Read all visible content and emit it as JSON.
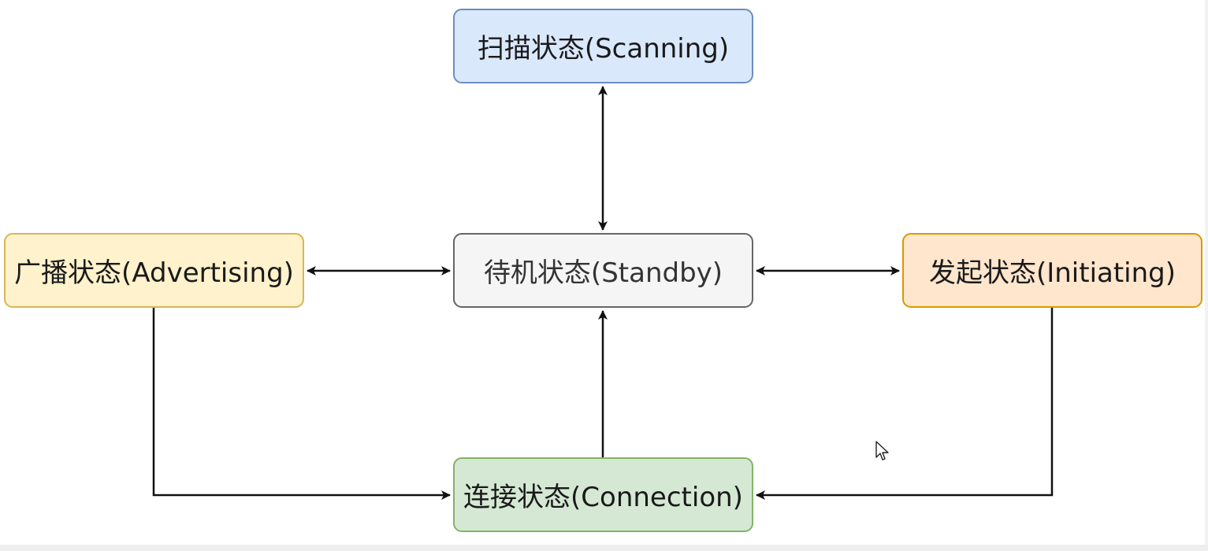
{
  "diagram": {
    "nodes": {
      "scanning": "扫描状态(Scanning)",
      "standby": "待机状态(Standby)",
      "advertising": "广播状态(Advertising)",
      "initiating": "发起状态(Initiating)",
      "connection": "连接状态(Connection)"
    },
    "edges": [
      {
        "from": "standby",
        "to": "scanning",
        "direction": "bidirectional"
      },
      {
        "from": "standby",
        "to": "advertising",
        "direction": "bidirectional"
      },
      {
        "from": "standby",
        "to": "initiating",
        "direction": "bidirectional"
      },
      {
        "from": "advertising",
        "to": "connection",
        "direction": "one-way"
      },
      {
        "from": "initiating",
        "to": "connection",
        "direction": "one-way"
      },
      {
        "from": "connection",
        "to": "standby",
        "direction": "one-way"
      }
    ],
    "colors": {
      "scanning_fill": "#dae8fc",
      "scanning_border": "#6c8ebf",
      "standby_fill": "#f5f5f5",
      "standby_border": "#666666",
      "advertising_fill": "#fff2cc",
      "advertising_border": "#d6b656",
      "initiating_fill": "#ffe6cc",
      "initiating_border": "#d79b00",
      "connection_fill": "#d5e8d4",
      "connection_border": "#82b366",
      "edge": "#111111"
    }
  },
  "cursor": {
    "icon": "mouse-pointer-icon"
  }
}
